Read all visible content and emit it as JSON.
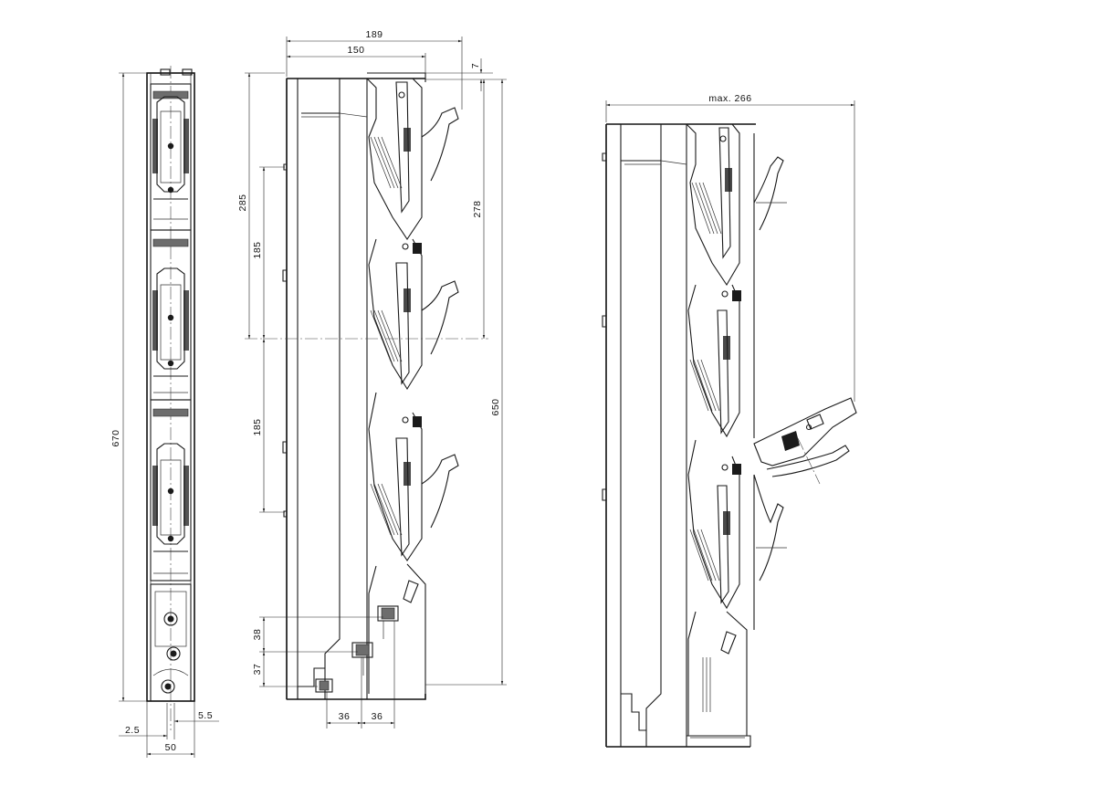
{
  "front_view": {
    "height_label": "670",
    "width_label": "50",
    "offset_left_label": "2.5",
    "offset_right_label": "5.5"
  },
  "side_view": {
    "depth_overall_label": "189",
    "depth_body_label": "150",
    "top_offset_label": "7",
    "upper_pitch_label": "285",
    "pitch_a_label": "185",
    "pitch_b_label": "185",
    "right_pitch_label": "278",
    "height_label": "650",
    "terminal_38_label": "38",
    "terminal_37_label": "37",
    "bottom_36a_label": "36",
    "bottom_36b_label": "36"
  },
  "open_view": {
    "max_depth_label": "max. 266"
  }
}
